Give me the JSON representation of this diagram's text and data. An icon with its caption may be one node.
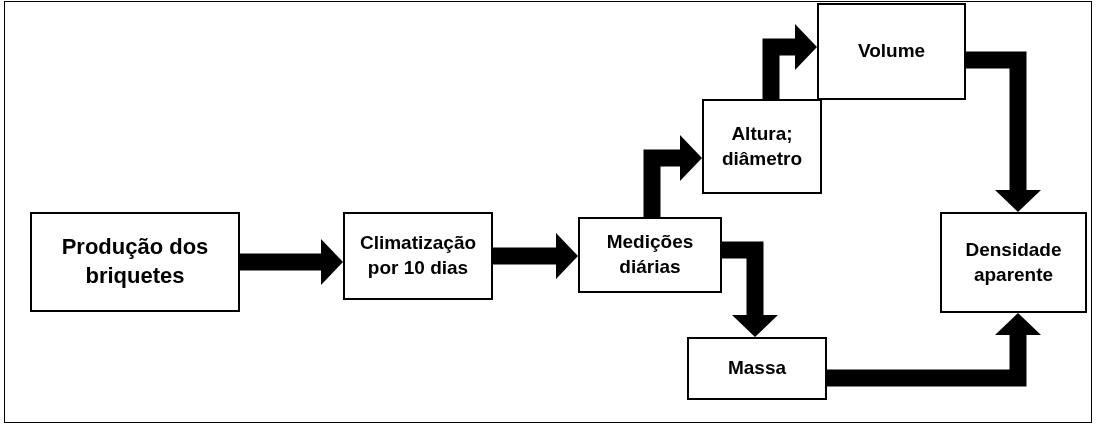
{
  "diagram": {
    "nodes": [
      {
        "text": [
          "Produção dos briquetes"
        ]
      },
      {
        "text": [
          "Climatização por 10 dias"
        ]
      },
      {
        "text": [
          "Medições diárias"
        ]
      },
      {
        "text": [
          "Altura; diâmetro"
        ]
      },
      {
        "text": [
          "Volume"
        ]
      },
      {
        "text": [
          "Densidade aparente"
        ]
      },
      {
        "text": [
          "Massa"
        ]
      }
    ],
    "edges": [
      {
        "from": 0,
        "to": 1,
        "arrow": "to"
      },
      {
        "from": 1,
        "to": 2,
        "arrow": "to"
      },
      {
        "from": 2,
        "to": 3,
        "arrow": "to"
      },
      {
        "from": 3,
        "to": 4,
        "arrow": "to"
      },
      {
        "from": 4,
        "to": 5,
        "arrow": "to"
      },
      {
        "from": 2,
        "to": 6,
        "arrow": "to"
      },
      {
        "from": 6,
        "to": 5,
        "arrow": "to"
      }
    ]
  }
}
